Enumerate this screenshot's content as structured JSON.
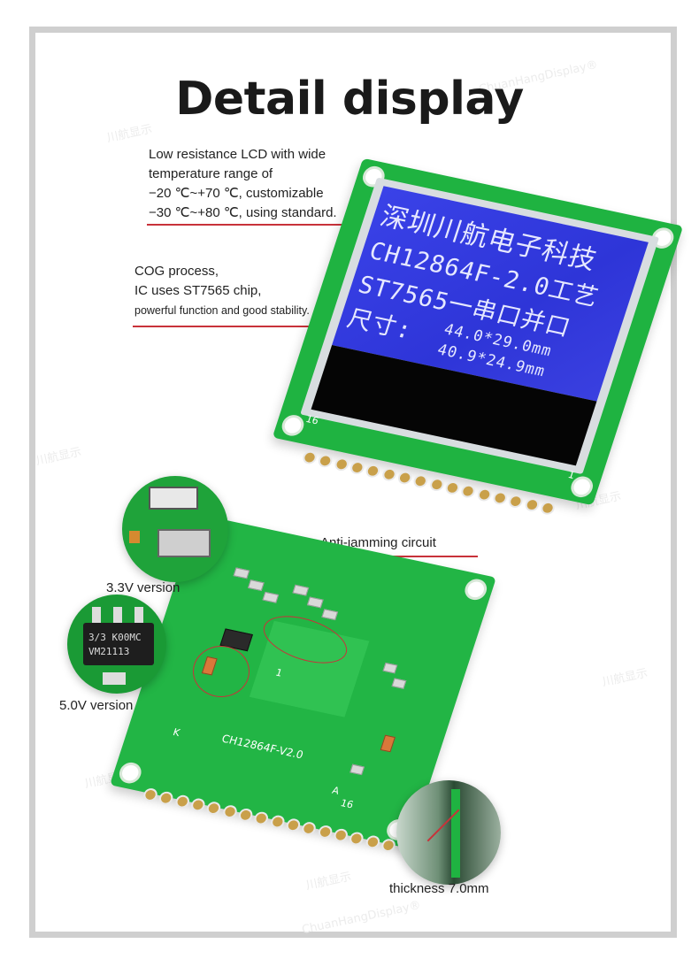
{
  "watermark": {
    "cn": "川航显示",
    "en": "ChuanHangDisplay®"
  },
  "title": "Detail display",
  "notes": {
    "lcd": {
      "line1": "Low resistance LCD with wide",
      "line2": "temperature range of",
      "line3": "−20 ℃~+70 ℃, customizable",
      "line4": "−30 ℃~+80 ℃, using standard."
    },
    "cog": {
      "line1": "COG process,",
      "line2": "IC uses ST7565 chip,",
      "line3": "powerful function and good stability."
    }
  },
  "lcd_screen": {
    "line1": "深圳川航电子科技",
    "line2": "CH12864F-2.0工艺",
    "line3": "ST7565一串口并口",
    "line4_label": "尺寸:",
    "line4_value": "44.0*29.0mm",
    "line5_value": "40.9*24.9mm",
    "pin_label_16": "16",
    "pin_label_1": "1"
  },
  "labels": {
    "anti_jamming": "Anti-jamming circuit",
    "v33": "3.3V version",
    "v50": "5.0V version",
    "thickness": "thickness 7.0mm"
  },
  "back_board": {
    "model": "CH12864F-V2.0",
    "pin_k": "K",
    "pin_a": "A",
    "pin_16": "16",
    "pin_1": "1"
  },
  "zoom_50v": {
    "chip_line1": "3/3 K00MC",
    "chip_line2": "VM21113"
  },
  "colors": {
    "pcb_green": "#1fb341",
    "lcd_blue": "#2e35d8",
    "accent_red": "#c8323a",
    "frame_gray": "#cfcfcf"
  }
}
